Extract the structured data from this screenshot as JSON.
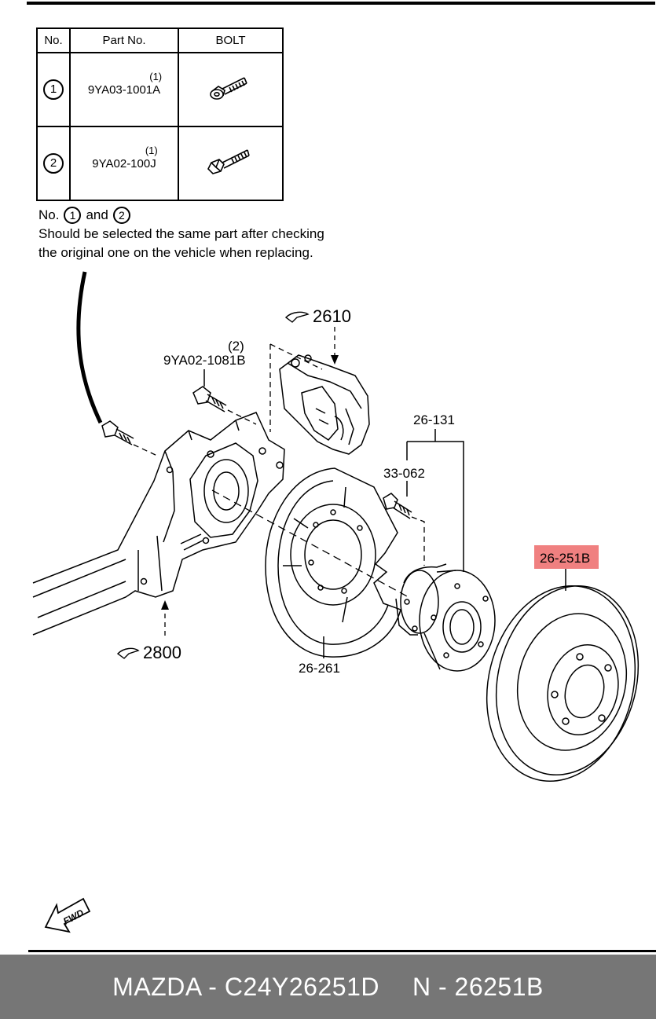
{
  "table": {
    "headers": {
      "no": "No.",
      "part_no": "Part No.",
      "bolt": "BOLT"
    },
    "rows": [
      {
        "no": "1",
        "part_no": "9YA03-1001A",
        "note_ref": "(1)",
        "bolt_icon": "bolt-short-icon"
      },
      {
        "no": "2",
        "part_no": "9YA02-100J",
        "note_ref": "(1)",
        "bolt_icon": "bolt-long-icon"
      }
    ]
  },
  "note": {
    "prefix": "No.",
    "ref_a": "1",
    "conj": "and",
    "ref_b": "2",
    "line2": "Should be selected the same part after checking",
    "line3": "the original one on the vehicle when replacing."
  },
  "labels": {
    "caliper_ref": "2610",
    "bolt_part": "9YA02-1081B",
    "bolt_note": "(2)",
    "hub_assembly": "26-131",
    "hub_bolt": "33-062",
    "disc": "26-251B",
    "dust_shield": "26-261",
    "knuckle_ref": "2800",
    "fwd": "FWD"
  },
  "colors": {
    "highlight": "#f08080",
    "footer_bg": "#767676"
  },
  "footer": {
    "brand_code": "MAZDA - C24Y26251D",
    "part_code": "N - 26251B"
  }
}
